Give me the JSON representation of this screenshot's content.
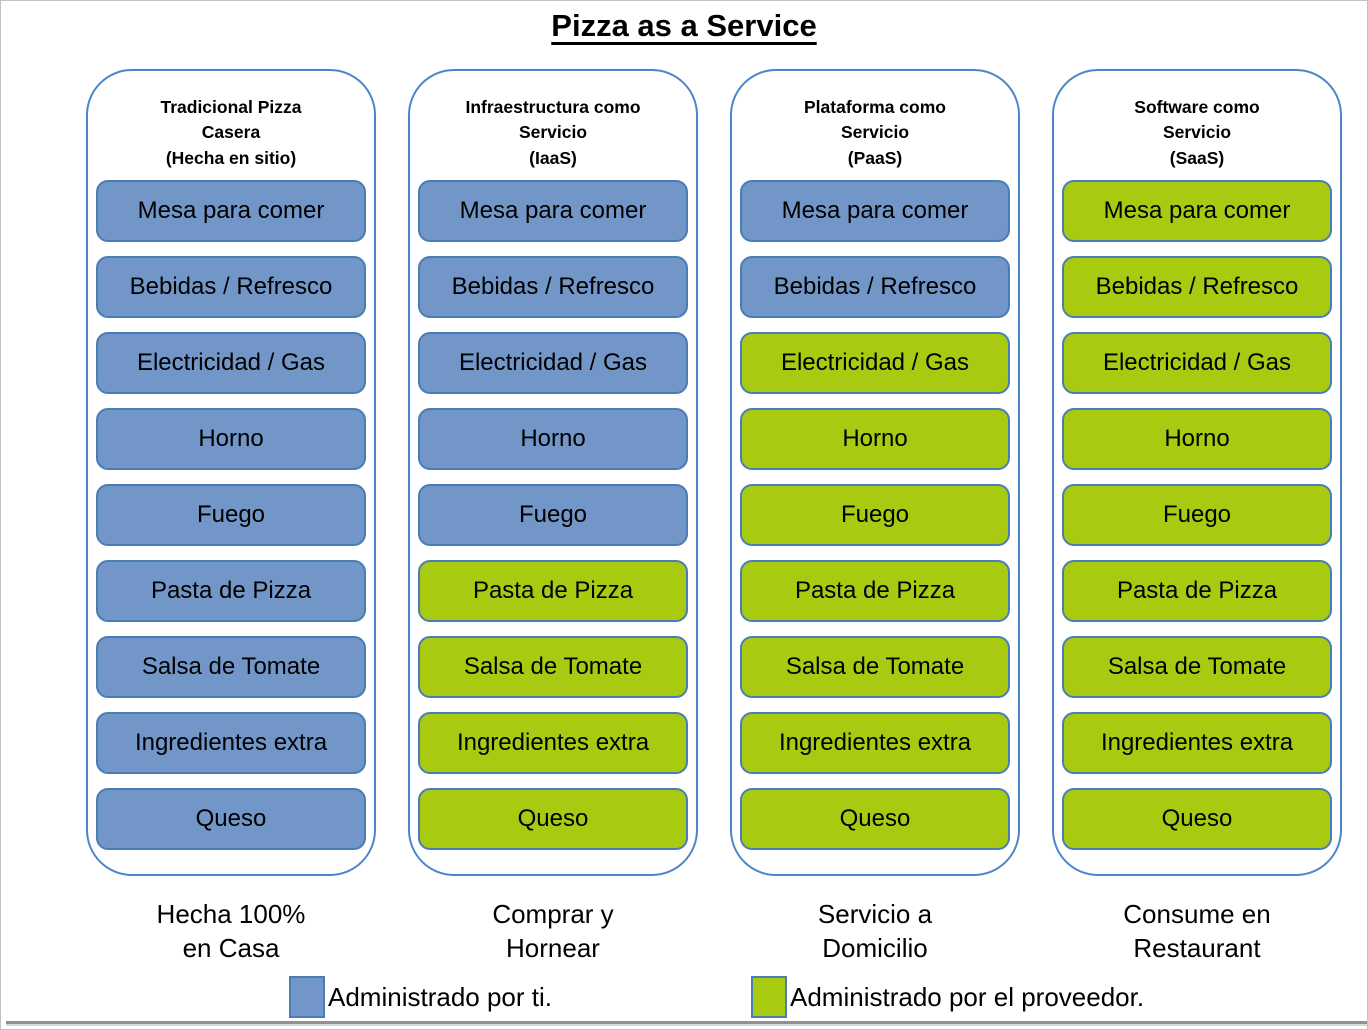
{
  "title": "Pizza as a Service",
  "colors": {
    "you": "#7196c7",
    "provider": "#a8cb11"
  },
  "columns": [
    {
      "header": "Tradicional Pizza\nCasera\n(Hecha en sitio)",
      "caption": "Hecha 100%\nen Casa",
      "items": [
        {
          "label": "Mesa para comer",
          "owner": "you"
        },
        {
          "label": "Bebidas / Refresco",
          "owner": "you"
        },
        {
          "label": "Electricidad / Gas",
          "owner": "you"
        },
        {
          "label": "Horno",
          "owner": "you"
        },
        {
          "label": "Fuego",
          "owner": "you"
        },
        {
          "label": "Pasta de Pizza",
          "owner": "you"
        },
        {
          "label": "Salsa de Tomate",
          "owner": "you"
        },
        {
          "label": "Ingredientes extra",
          "owner": "you"
        },
        {
          "label": "Queso",
          "owner": "you"
        }
      ]
    },
    {
      "header": "Infraestructura como\nServicio\n(IaaS)",
      "caption": "Comprar y\nHornear",
      "items": [
        {
          "label": "Mesa para comer",
          "owner": "you"
        },
        {
          "label": "Bebidas / Refresco",
          "owner": "you"
        },
        {
          "label": "Electricidad / Gas",
          "owner": "you"
        },
        {
          "label": "Horno",
          "owner": "you"
        },
        {
          "label": "Fuego",
          "owner": "you"
        },
        {
          "label": "Pasta de Pizza",
          "owner": "provider"
        },
        {
          "label": "Salsa de Tomate",
          "owner": "provider"
        },
        {
          "label": "Ingredientes extra",
          "owner": "provider"
        },
        {
          "label": "Queso",
          "owner": "provider"
        }
      ]
    },
    {
      "header": "Plataforma como\nServicio\n(PaaS)",
      "caption": "Servicio a\nDomicilio",
      "items": [
        {
          "label": "Mesa para comer",
          "owner": "you"
        },
        {
          "label": "Bebidas / Refresco",
          "owner": "you"
        },
        {
          "label": "Electricidad / Gas",
          "owner": "provider"
        },
        {
          "label": "Horno",
          "owner": "provider"
        },
        {
          "label": "Fuego",
          "owner": "provider"
        },
        {
          "label": "Pasta de Pizza",
          "owner": "provider"
        },
        {
          "label": "Salsa de Tomate",
          "owner": "provider"
        },
        {
          "label": "Ingredientes extra",
          "owner": "provider"
        },
        {
          "label": "Queso",
          "owner": "provider"
        }
      ]
    },
    {
      "header": "Software como\nServicio\n(SaaS)",
      "caption": "Consume en\nRestaurant",
      "items": [
        {
          "label": "Mesa para comer",
          "owner": "provider"
        },
        {
          "label": "Bebidas / Refresco",
          "owner": "provider"
        },
        {
          "label": "Electricidad / Gas",
          "owner": "provider"
        },
        {
          "label": "Horno",
          "owner": "provider"
        },
        {
          "label": "Fuego",
          "owner": "provider"
        },
        {
          "label": "Pasta de Pizza",
          "owner": "provider"
        },
        {
          "label": "Salsa de Tomate",
          "owner": "provider"
        },
        {
          "label": "Ingredientes extra",
          "owner": "provider"
        },
        {
          "label": "Queso",
          "owner": "provider"
        }
      ]
    }
  ],
  "legend": [
    {
      "label": "Administrado por ti.",
      "owner": "you"
    },
    {
      "label": "Administrado por el proveedor.",
      "owner": "provider"
    }
  ]
}
